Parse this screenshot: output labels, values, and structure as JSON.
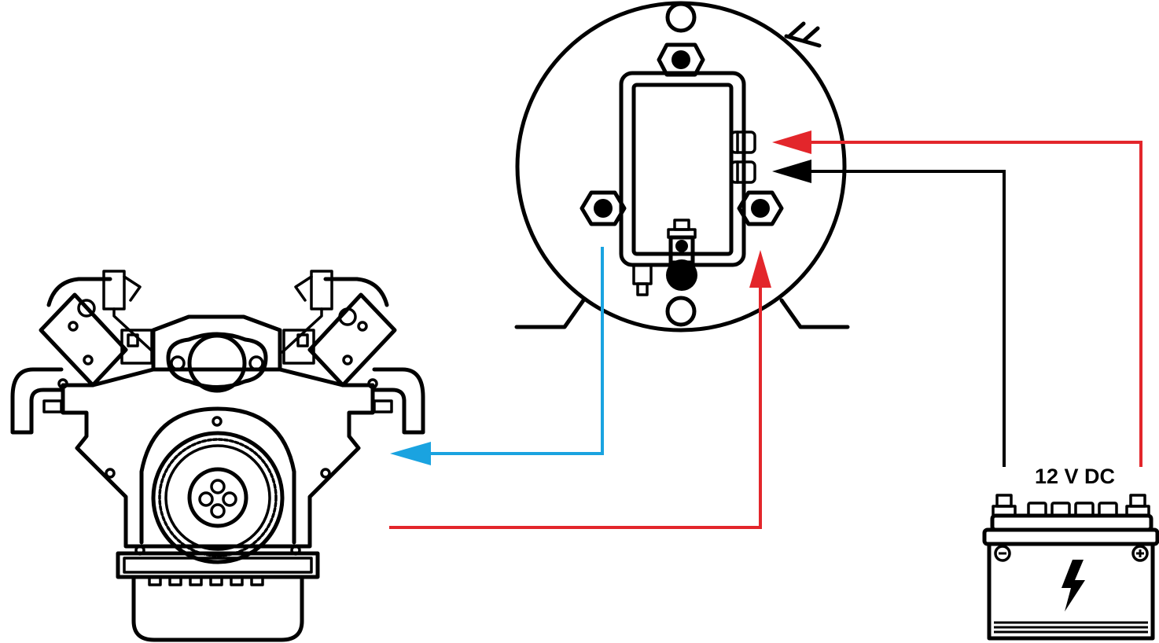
{
  "battery": {
    "voltage_label": "12 V DC",
    "negative_symbol": "−",
    "positive_symbol": "+",
    "icon": "lightning-bolt-icon"
  },
  "colors": {
    "positive_wire": "#e3262b",
    "negative_wire": "#000000",
    "signal_wire": "#1aa3e0",
    "outline": "#000000",
    "background": "#ffffff"
  },
  "wires": [
    {
      "name": "battery-positive-to-component",
      "color": "red"
    },
    {
      "name": "battery-negative-to-component",
      "color": "black"
    },
    {
      "name": "engine-to-component",
      "color": "red"
    },
    {
      "name": "component-to-engine",
      "color": "blue"
    }
  ]
}
